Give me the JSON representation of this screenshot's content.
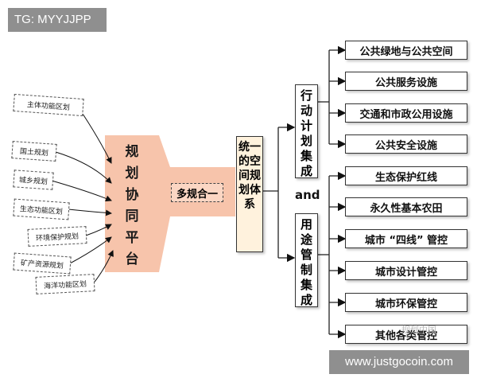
{
  "tags": {
    "top": "TG: MYYJJPP",
    "bottom": "www.justgocoin.com"
  },
  "sources": [
    "主体功能区划",
    "国土规划",
    "城乡规划",
    "生态功能区划",
    "环境保护规划",
    "矿产资源规划",
    "海洋功能区划"
  ],
  "platform": "规划协同平台",
  "merge_label": "多规合一",
  "system": "统一的空间规划体系",
  "action_group": "行动计划集成",
  "and_label": "and",
  "control_group": "用途管制集成",
  "action_items": [
    "公共绿地与公共空间",
    "公共服务设施",
    "交通和市政公用设施",
    "公共安全设施"
  ],
  "control_items": [
    "生态保护红线",
    "永久性基本农田",
    "城市 “四线” 管控",
    "城市设计管控",
    "城市环保管控",
    "其他各类管控"
  ],
  "watermark": "规划中国",
  "colors": {
    "platform_fill": "#f7c4ab",
    "merge_fill": "#fbd6c3",
    "system_fill": "#fff2dd",
    "box_border": "#333333",
    "tag_fill": "#8f8f8f"
  }
}
